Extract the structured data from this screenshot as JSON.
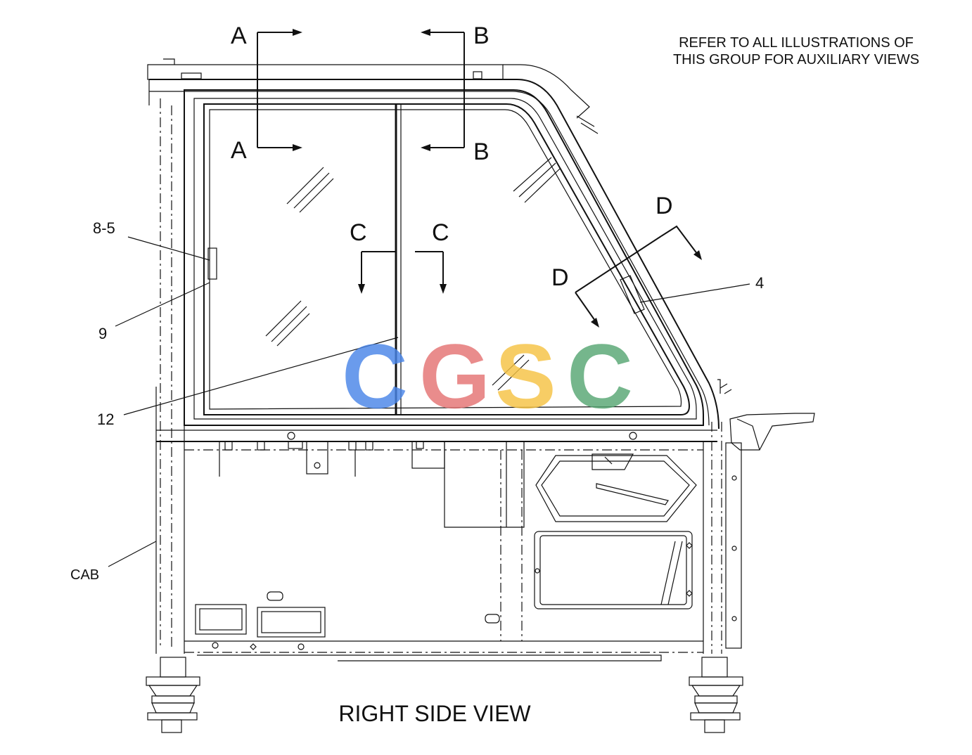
{
  "diagram": {
    "note_line1": "REFER TO ALL ILLUSTRATIONS OF",
    "note_line2": "THIS GROUP FOR AUXILIARY VIEWS",
    "title": "RIGHT SIDE VIEW",
    "section_labels": {
      "a_top": "A",
      "a_bottom": "A",
      "b_top": "B",
      "b_bottom": "B",
      "c_left": "C",
      "c_right": "C",
      "d_top": "D",
      "d_bottom": "D"
    },
    "callouts": {
      "part_8_5": "8-5",
      "part_9": "9",
      "part_12": "12",
      "part_4": "4",
      "cab": "CAB"
    },
    "watermark": {
      "letters": [
        "C",
        "G",
        "S",
        "C"
      ],
      "colors": [
        "#4a86e8",
        "#e57373",
        "#f6c344",
        "#57a773"
      ]
    }
  }
}
